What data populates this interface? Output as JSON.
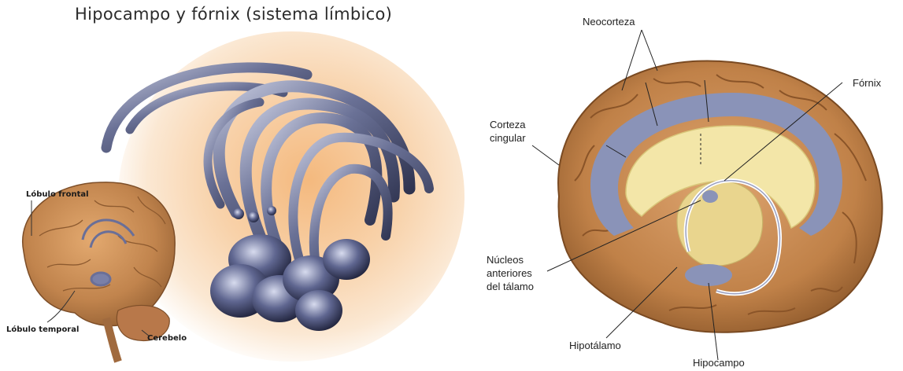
{
  "left": {
    "title": "Hipocampo y fórnix (sistema límbico)",
    "labels": {
      "frontal": "Lóbulo frontal",
      "temporal": "Lóbulo temporal",
      "cerebelo": "Cerebelo"
    }
  },
  "right": {
    "labels": {
      "neocorteza": "Neocorteza",
      "fornix": "Fórnix",
      "corteza_cingular": "Corteza\ncingular",
      "nucleos": "Núcleos\nanteriores\ndel tálamo",
      "hipotalamo": "Hipotálamo",
      "hipocampo": "Hipocampo"
    }
  },
  "colors": {
    "fornix_steel": "#5a6288",
    "brain_tan": "#c98e56",
    "cingulate_blue": "#8a93b8",
    "callosum_yellow": "#f3e6a8",
    "glow_peach": "#f4b97e"
  }
}
